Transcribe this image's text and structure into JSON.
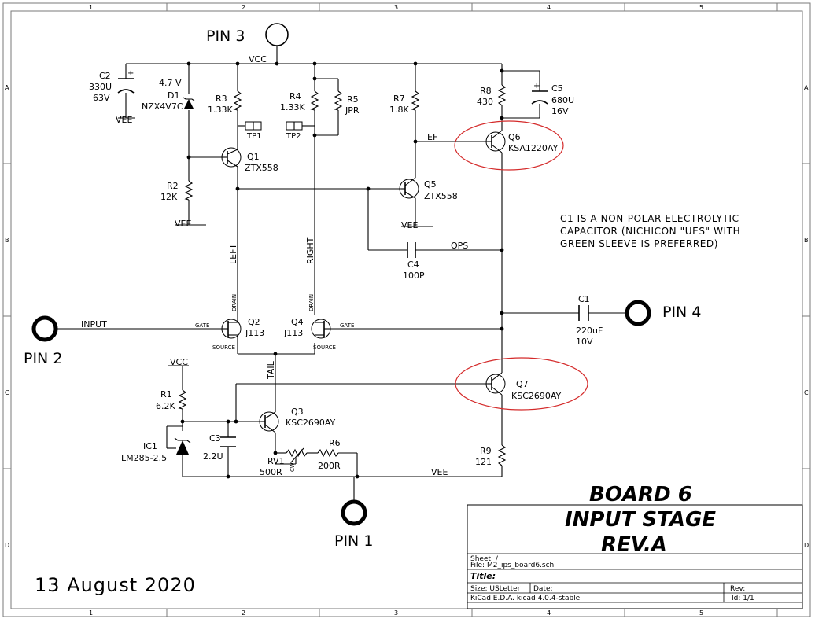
{
  "border": {
    "cols": [
      "1",
      "2",
      "3",
      "4",
      "5"
    ],
    "rows": [
      "A",
      "B",
      "C",
      "D"
    ]
  },
  "pins": {
    "pin3": "PIN 3",
    "pin2": "PIN 2",
    "pin4": "PIN 4",
    "pin1": "PIN 1"
  },
  "nets": {
    "vcc": "VCC",
    "vcc2": "VCC",
    "vee1": "VEE",
    "vee2": "VEE",
    "vee3": "VEE",
    "vee4": "VEE",
    "ef": "EF",
    "ops": "OPS",
    "left": "LEFT",
    "right": "RIGHT",
    "tail": "TAIL",
    "input": "INPUT"
  },
  "parts": {
    "c2": {
      "ref": "C2",
      "val": "330U",
      "val2": "63V"
    },
    "d1": {
      "ref": "D1",
      "val": "NZX4V7C",
      "volt": "4.7 V"
    },
    "r3": {
      "ref": "R3",
      "val": "1.33K"
    },
    "r4": {
      "ref": "R4",
      "val": "1.33K"
    },
    "r5": {
      "ref": "R5",
      "val": "JPR"
    },
    "r7": {
      "ref": "R7",
      "val": "1.8K"
    },
    "r8": {
      "ref": "R8",
      "val": "430"
    },
    "c5": {
      "ref": "C5",
      "val": "680U",
      "val2": "16V"
    },
    "tp1": {
      "ref": "TP1"
    },
    "tp2": {
      "ref": "TP2"
    },
    "q1": {
      "ref": "Q1",
      "val": "ZTX558"
    },
    "q6": {
      "ref": "Q6",
      "val": "KSA1220AY"
    },
    "r2": {
      "ref": "R2",
      "val": "12K"
    },
    "q5": {
      "ref": "Q5",
      "val": "ZTX558"
    },
    "c4": {
      "ref": "C4",
      "val": "100P"
    },
    "c1": {
      "ref": "C1",
      "val": "220uF",
      "val2": "10V"
    },
    "q2": {
      "ref": "Q2",
      "val": "J113"
    },
    "q4": {
      "ref": "Q4",
      "val": "J113"
    },
    "q7": {
      "ref": "Q7",
      "val": "KSC2690AY"
    },
    "r1": {
      "ref": "R1",
      "val": "6.2K"
    },
    "q3": {
      "ref": "Q3",
      "val": "KSC2690AY"
    },
    "c3": {
      "ref": "C3",
      "val": "2.2U"
    },
    "ic1": {
      "ref": "IC1",
      "val": "LM285-2.5"
    },
    "rv1": {
      "ref": "RV1",
      "val": "500R",
      "cw": "CW"
    },
    "r6": {
      "ref": "R6",
      "val": "200R"
    },
    "r9": {
      "ref": "R9",
      "val": "121"
    }
  },
  "jfet": {
    "drain": "DRAIN",
    "gate": "GATE",
    "source": "SOURCE"
  },
  "note": {
    "line1": "C1 IS A NON-POLAR ELECTROLYTIC",
    "line2": "CAPACITOR (NICHICON \"UES\" WITH",
    "line3": "GREEN SLEEVE IS PREFERRED)"
  },
  "heading": {
    "line1": "BOARD 6",
    "line2": "INPUT STAGE",
    "line3": "REV.A"
  },
  "date": "13 August 2020",
  "titleblock": {
    "sheet": "Sheet: /",
    "file": "File: M2_ips_board6.sch",
    "title": "Title:",
    "size": "Size: USLetter",
    "date": "Date:",
    "rev": "Rev:",
    "tool": "KiCad E.D.A.  kicad 4.0.4-stable",
    "id": "Id: 1/1"
  },
  "colors": {
    "ink": "#000000",
    "highlight": "#d42a2a",
    "frame": "#7a7a7a"
  }
}
